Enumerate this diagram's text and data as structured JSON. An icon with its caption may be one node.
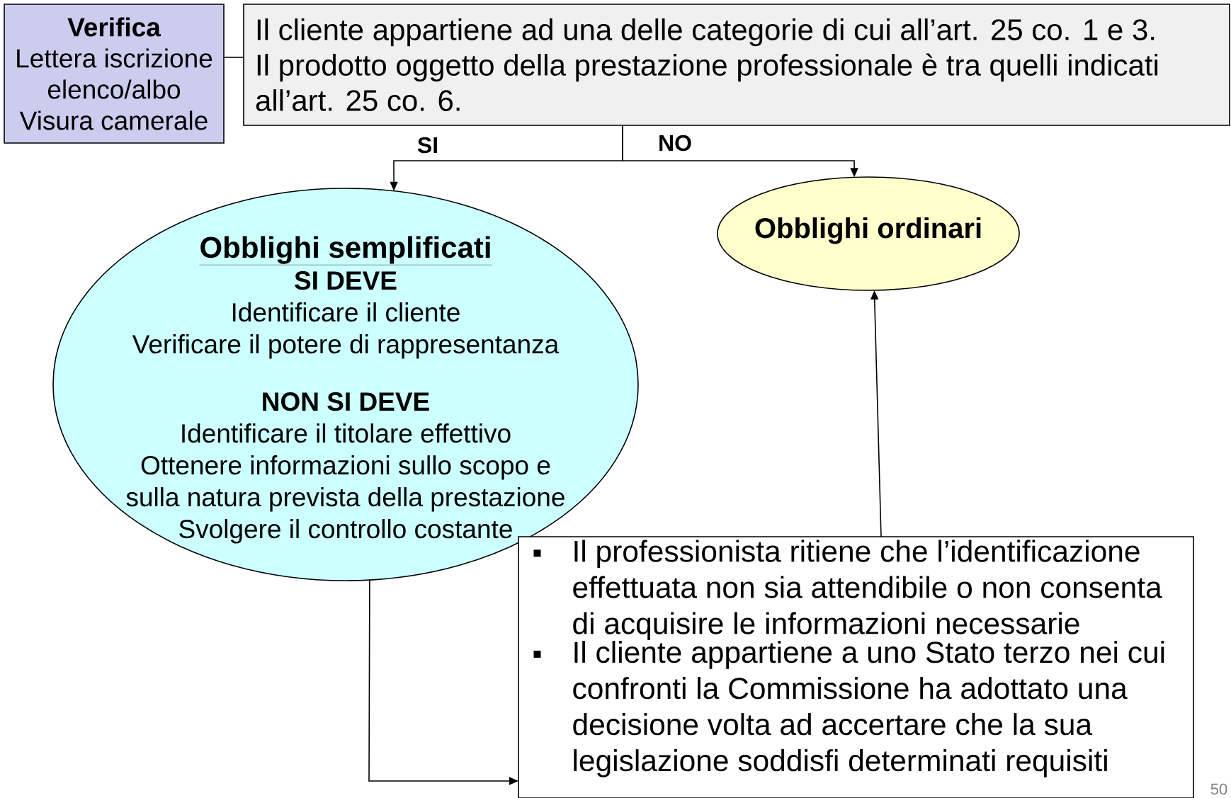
{
  "diagram": {
    "nodes": [
      {
        "text": [
          "Verifica",
          "Lettera iscrizione elenco/albo",
          "Visura camerale"
        ]
      },
      {
        "text": [
          "Il cliente appartiene ad una delle categorie di cui all’art. 25 co. 1 e 3.",
          "Il prodotto oggetto della prestazione professionale è tra quelli indicati all’art. 25 co. 6."
        ]
      },
      {
        "text": [
          "Obblighi semplificati",
          "SI DEVE",
          "Identificare il cliente",
          "Verificare il potere di rappresentanza",
          "NON SI DEVE",
          "Identificare il titolare effettivo",
          "Ottenere informazioni sullo scopo e sulla natura prevista della prestazione",
          "Svolgere il controllo costante"
        ]
      },
      {
        "text": [
          "Il professionista ritiene che l’identificazione effettuata non sia attendibile o non consenta di acquisire le informazioni necessarie",
          "Il cliente appartiene a uno Stato terzo nei cui confronti la Commissione ha adottato una decisione volta ad accertare che la sua legislazione soddisfi determinati requisiti"
        ]
      },
      {
        "text": [
          "Obblighi ordinari"
        ]
      }
    ],
    "edges": [
      {
        "from": 0,
        "to": 1,
        "arrow": "none"
      },
      {
        "from": 1,
        "to": 2,
        "arrow": "to",
        "label": "SI"
      },
      {
        "from": 1,
        "to": 4,
        "arrow": "to",
        "label": "NO"
      },
      {
        "from": 2,
        "to": 3,
        "arrow": "to"
      },
      {
        "from": 3,
        "to": 4,
        "arrow": "to"
      }
    ],
    "labels": [
      "50"
    ]
  }
}
